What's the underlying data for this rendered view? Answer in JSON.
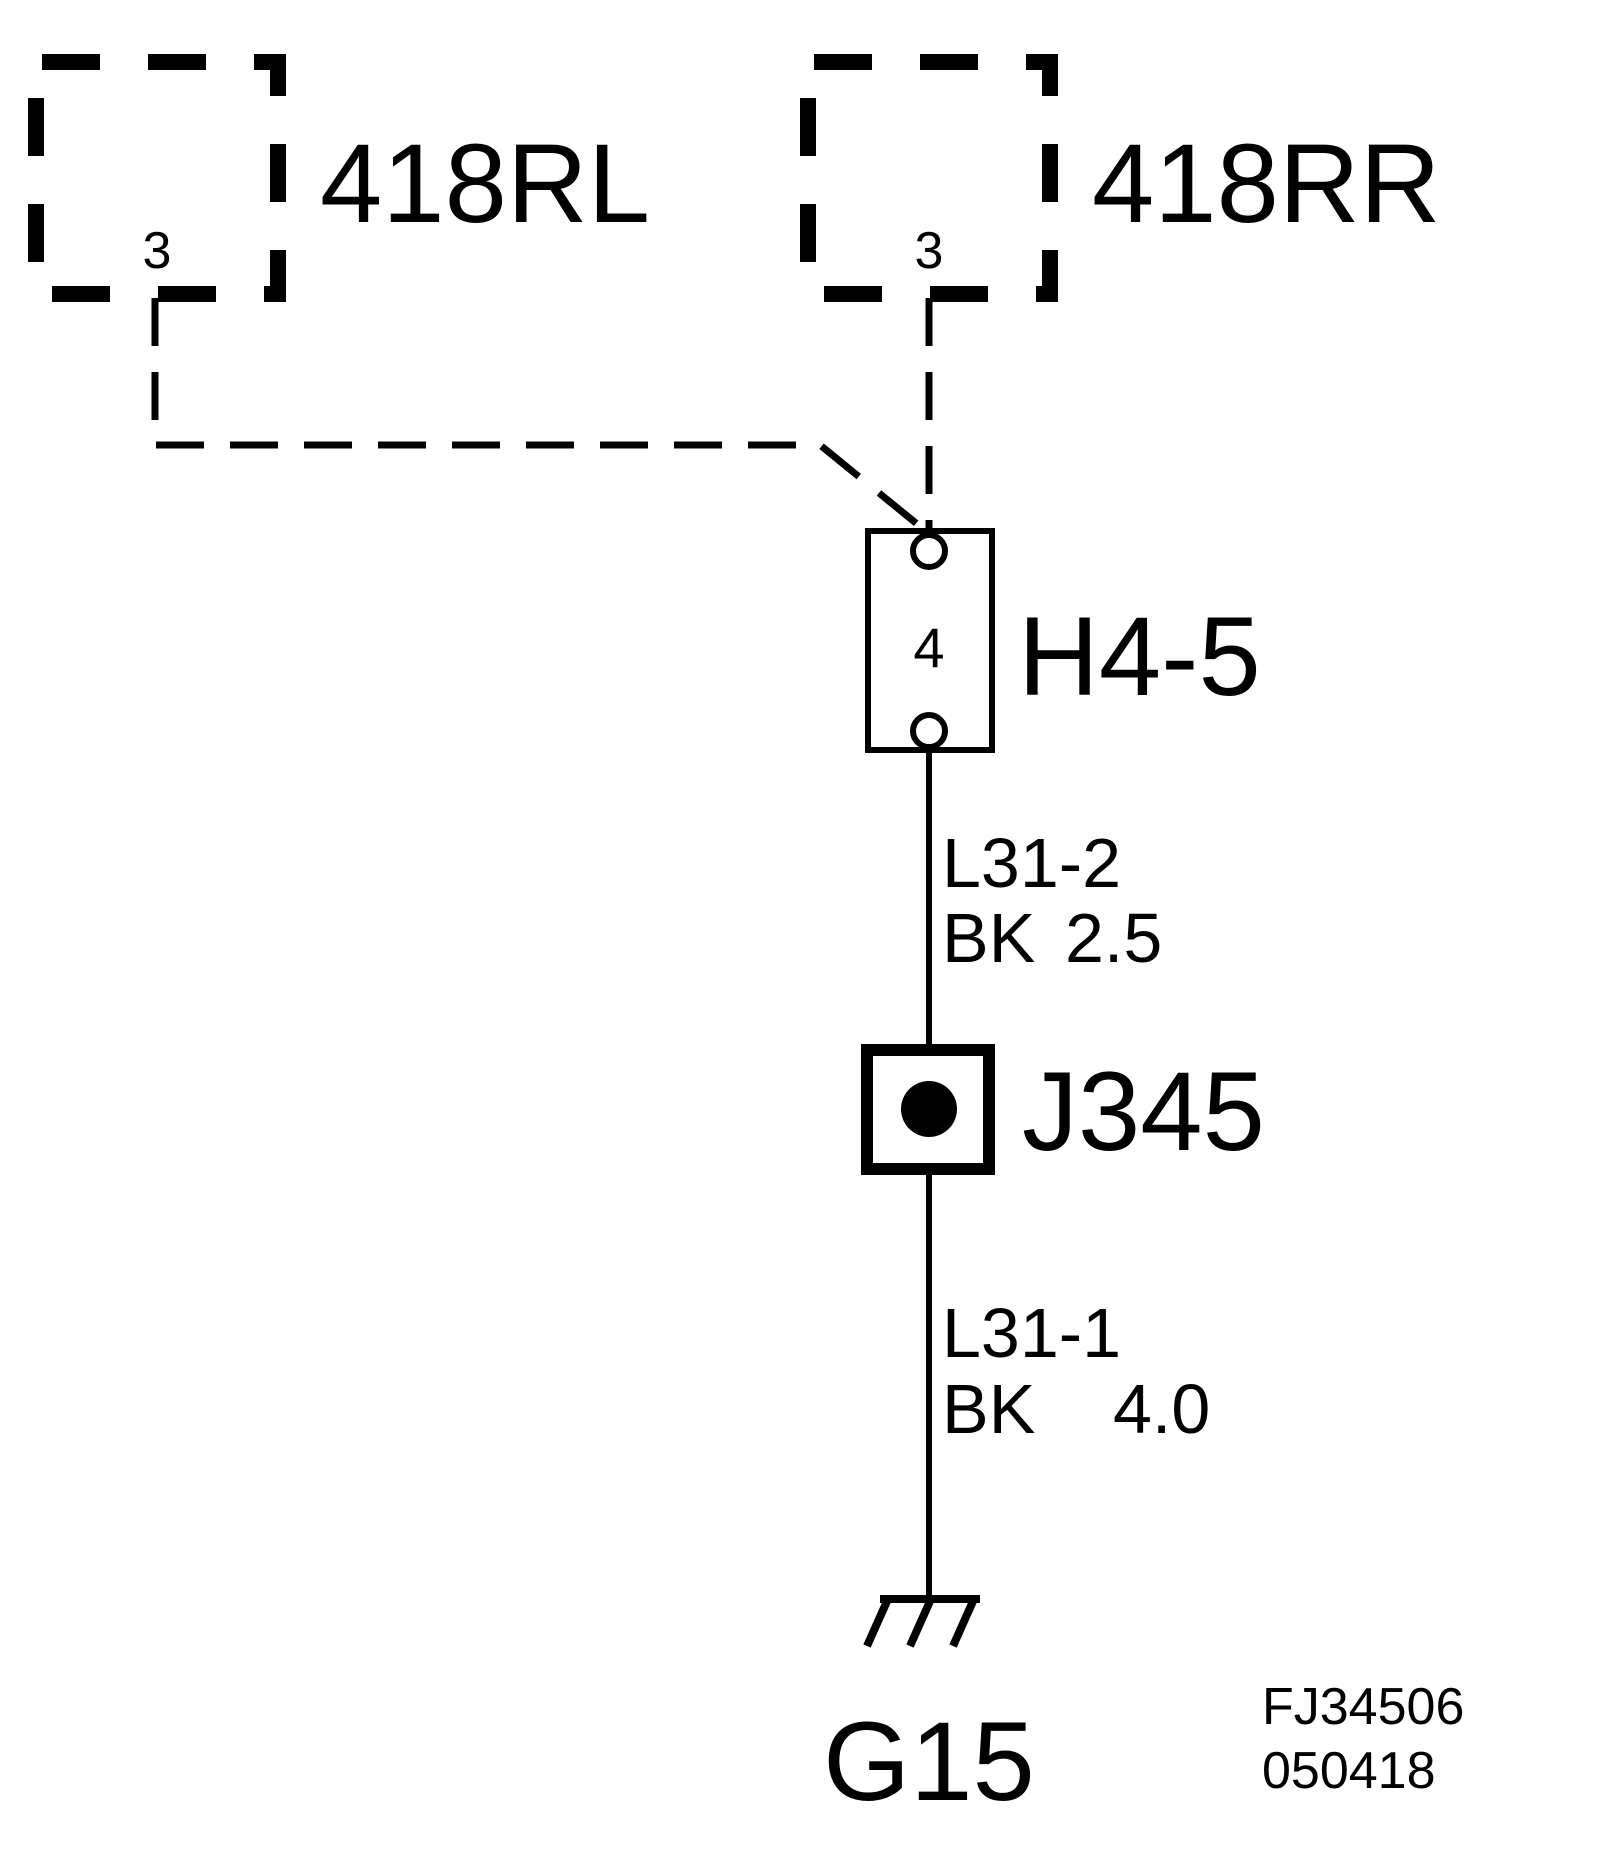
{
  "components": {
    "rl": {
      "name": "418RL",
      "pin": "3"
    },
    "rr": {
      "name": "418RR",
      "pin": "3"
    },
    "connector": {
      "name": "H4-5",
      "pin": "4"
    },
    "splice": {
      "name": "J345"
    },
    "ground": {
      "name": "G15"
    }
  },
  "wires": {
    "upper": {
      "circuit": "L31-2",
      "color": "BK",
      "size": "2.5"
    },
    "lower": {
      "circuit": "L31-1",
      "color": "BK",
      "size": "4.0"
    }
  },
  "reference": {
    "figure": "FJ34506",
    "date": "050418"
  }
}
